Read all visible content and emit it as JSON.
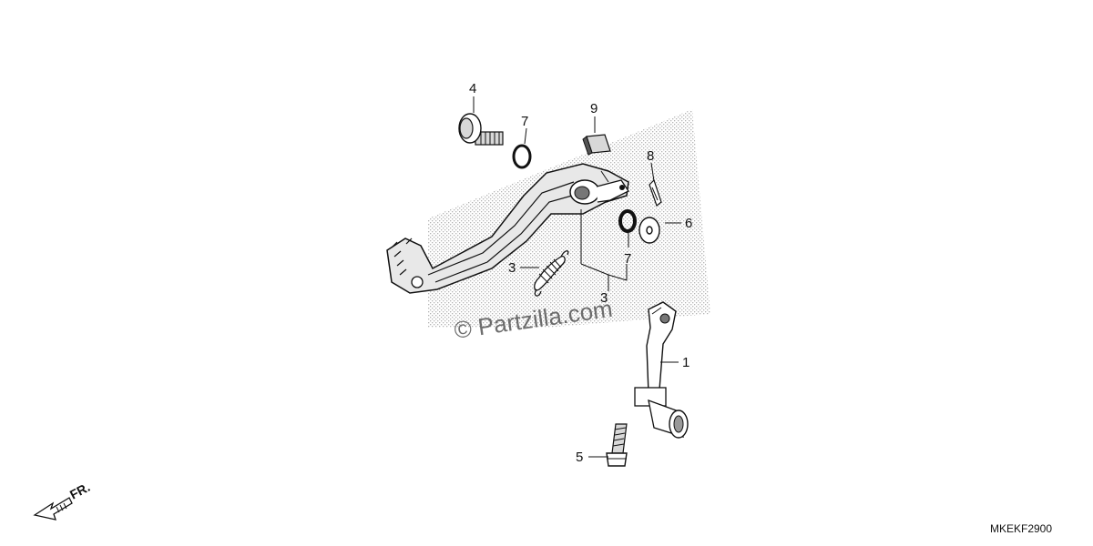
{
  "callouts": {
    "c1": "1",
    "c3a": "3",
    "c3b": "3",
    "c4": "4",
    "c5": "5",
    "c6": "6",
    "c7a": "7",
    "c7b": "7",
    "c8": "8",
    "c9": "9"
  },
  "watermark": "© Partzilla.com",
  "diagram_code": "MKEKF2900",
  "direction_label": "FR."
}
